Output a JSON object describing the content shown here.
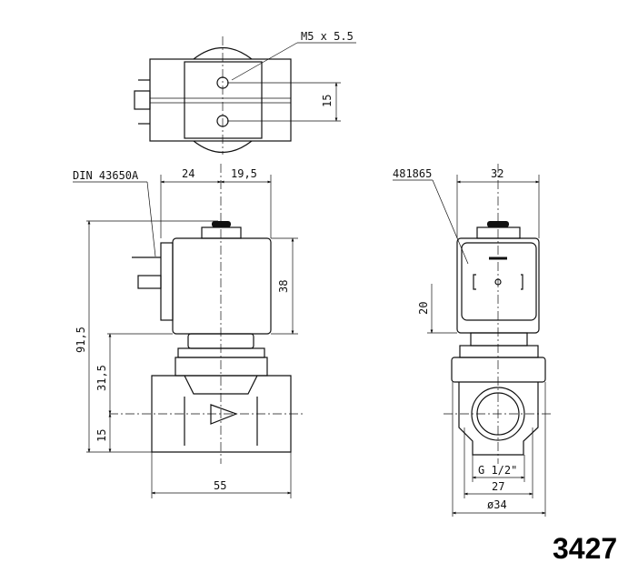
{
  "model_number": "3427",
  "top_view": {
    "thread_label": "M5 x 5.5",
    "hole_spacing": "15"
  },
  "front_view": {
    "connector_label": "DIN 43650A",
    "dim_left_width": "24",
    "dim_right_width": "19,5",
    "dim_coil_height": "38",
    "dim_total_height": "91,5",
    "dim_body_height": "31,5",
    "dim_axis_height": "15",
    "dim_body_length": "55"
  },
  "side_view": {
    "part_label": "481865",
    "dim_coil_width": "32",
    "dim_coil_offset": "20",
    "dim_thread": "G 1/2\"",
    "dim_hex": "27",
    "dim_diameter": "ø34"
  }
}
